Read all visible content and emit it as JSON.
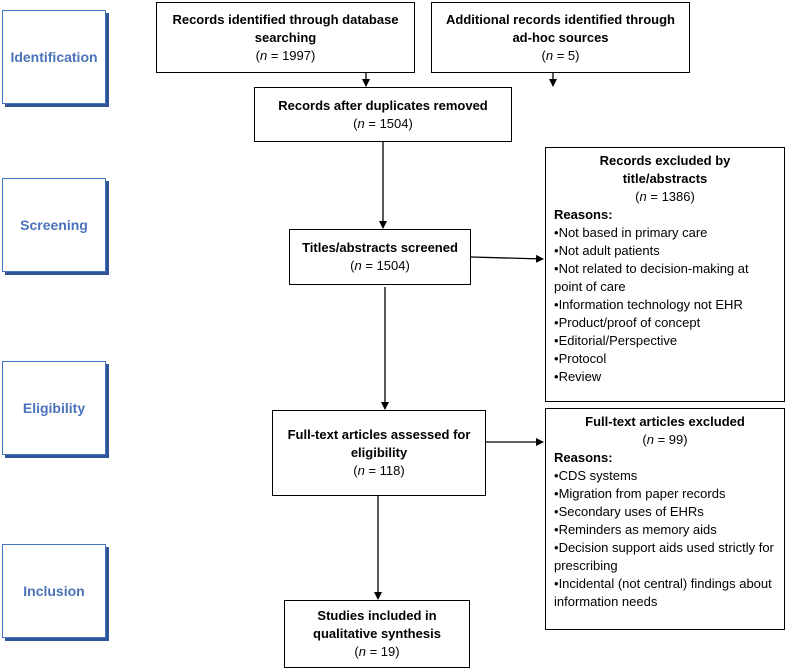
{
  "phases": {
    "identification": "Identification",
    "screening": "Screening",
    "eligibility": "Eligibility",
    "inclusion": "Inclusion"
  },
  "n_label": "n",
  "boxes": {
    "database": {
      "title": "Records identified through database searching",
      "n": " = 1997)"
    },
    "adhoc": {
      "title": "Additional records identified through ad-hoc sources",
      "n": " = 5)"
    },
    "dedup": {
      "title": "Records after duplicates removed",
      "n": " = 1504)"
    },
    "screened": {
      "title": "Titles/abstracts screened",
      "n": " = 1504)"
    },
    "fulltext": {
      "title": "Full-text articles assessed for eligibility",
      "n": " = 118)"
    },
    "included": {
      "title": "Studies included in qualitative synthesis",
      "n": " = 19)"
    }
  },
  "excluded_title": {
    "title": "Records excluded by title/abstracts",
    "n": " = 1386)",
    "reasons_label": "Reasons:",
    "reasons": [
      "Not based in primary care",
      "Not adult patients",
      "Not related to decision-making at point of care",
      "Information technology not EHR",
      "Product/proof of concept",
      "Editorial/Perspective",
      "Protocol",
      "Review"
    ]
  },
  "excluded_fulltext": {
    "title": "Full-text articles excluded",
    "n": " = 99)",
    "reasons_label": "Reasons:",
    "reasons": [
      "CDS systems",
      "Migration from paper records",
      "Secondary uses of EHRs",
      "Reminders as memory aids",
      "Decision support aids used strictly for prescribing",
      "Incidental (not central) findings about information needs"
    ]
  },
  "colors": {
    "phase_text": "#4a73b9",
    "phase_border": "#4472c4",
    "phase_shadow": "#2f5597",
    "box_border": "#000000"
  }
}
